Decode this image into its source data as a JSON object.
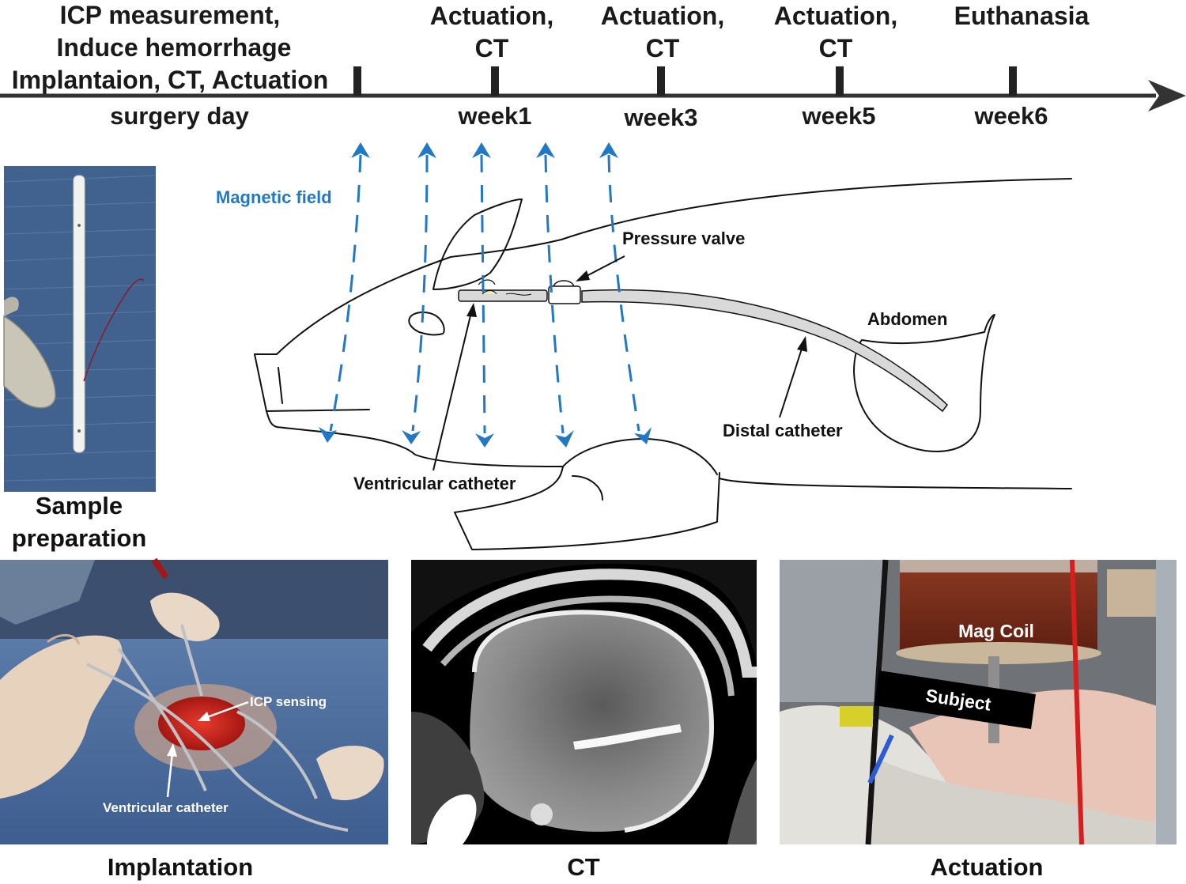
{
  "timeline": {
    "events": [
      {
        "lines": [
          "ICP measurement,",
          "Induce hemorrhage",
          "Implantaion, CT, Actuation"
        ]
      },
      {
        "lines": [
          "Actuation,",
          "CT"
        ]
      },
      {
        "lines": [
          "Actuation,",
          "CT"
        ]
      },
      {
        "lines": [
          "Actuation,",
          "CT"
        ]
      },
      {
        "lines": [
          "Euthanasia"
        ]
      }
    ],
    "weeks": [
      "surgery day",
      "week1",
      "week3",
      "week5",
      "week6"
    ]
  },
  "diagram": {
    "magnetic_field": "Magnetic field",
    "pressure_valve": "Pressure valve",
    "abdomen": "Abdomen",
    "distal_catheter": "Distal catheter",
    "ventricular_catheter": "Ventricular catheter"
  },
  "panels": {
    "sample": {
      "caption_line1": "Sample",
      "caption_line2": "preparation"
    },
    "implantation": {
      "caption": "Implantation",
      "icp_sensing": "ICP sensing",
      "ventricular_catheter": "Ventricular catheter"
    },
    "ct": {
      "caption": "CT"
    },
    "actuation": {
      "caption": "Actuation",
      "mag_coil": "Mag Coil",
      "subject": "Subject"
    }
  },
  "colors": {
    "field_blue": "#2178c4",
    "catheter_gray": "#d9d9d9",
    "tissue_red": "#c8201c",
    "coil_brown": "#7a2a1a"
  }
}
